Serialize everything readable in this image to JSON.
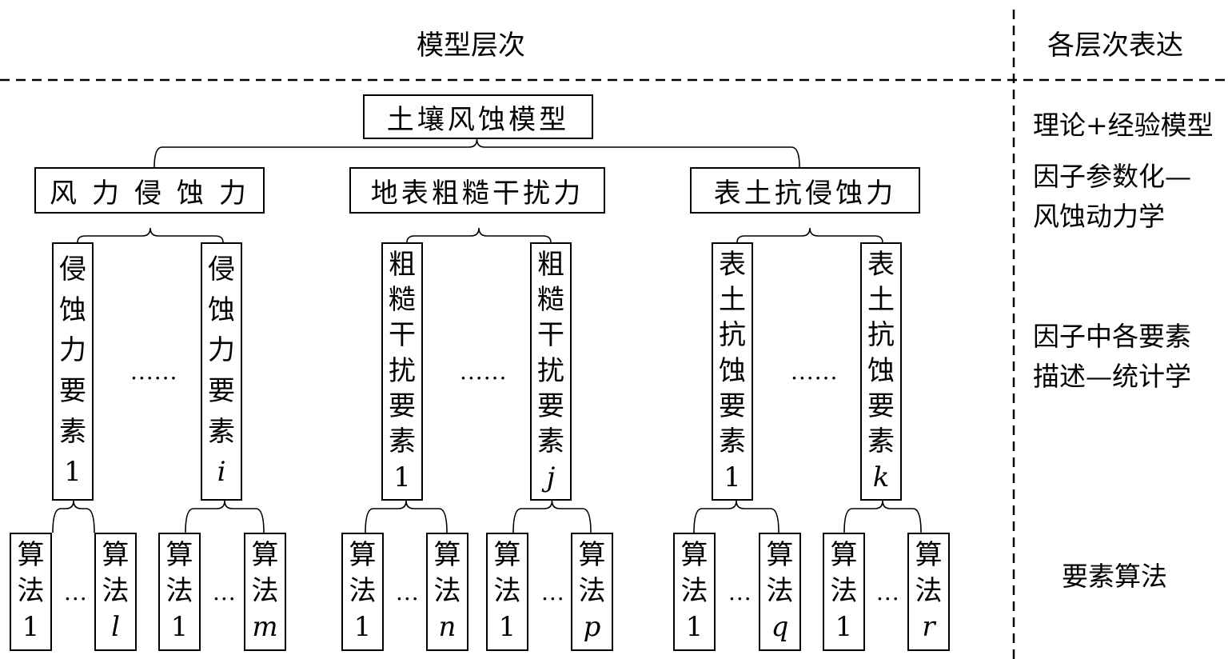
{
  "header": {
    "left_title": "模型层次",
    "right_title": "各层次表达"
  },
  "root": {
    "label": "土壤风蚀模型"
  },
  "factors": [
    {
      "label": "风 力 侵 蚀 力"
    },
    {
      "label": "地表粗糙干扰力"
    },
    {
      "label": "表土抗侵蚀力"
    }
  ],
  "elements": [
    {
      "chars": [
        "侵",
        "蚀",
        "力",
        "要",
        "素"
      ],
      "index": "1"
    },
    {
      "chars": [
        "侵",
        "蚀",
        "力",
        "要",
        "素"
      ],
      "index": "i"
    },
    {
      "chars": [
        "粗",
        "糙",
        "干",
        "扰",
        "要",
        "素"
      ],
      "index": "1"
    },
    {
      "chars": [
        "粗",
        "糙",
        "干",
        "扰",
        "要",
        "素"
      ],
      "index": "j"
    },
    {
      "chars": [
        "表",
        "土",
        "抗",
        "蚀",
        "要",
        "素"
      ],
      "index": "1"
    },
    {
      "chars": [
        "表",
        "土",
        "抗",
        "蚀",
        "要",
        "素"
      ],
      "index": "k"
    }
  ],
  "element_ellipsis": "......",
  "algorithms": [
    {
      "line1": "算",
      "line2": "法",
      "index": "1"
    },
    {
      "line1": "算",
      "line2": "法",
      "index": "l"
    },
    {
      "line1": "算",
      "line2": "法",
      "index": "1"
    },
    {
      "line1": "算",
      "line2": "法",
      "index": "m"
    },
    {
      "line1": "算",
      "line2": "法",
      "index": "1"
    },
    {
      "line1": "算",
      "line2": "法",
      "index": "n"
    },
    {
      "line1": "算",
      "line2": "法",
      "index": "1"
    },
    {
      "line1": "算",
      "line2": "法",
      "index": "p"
    },
    {
      "line1": "算",
      "line2": "法",
      "index": "1"
    },
    {
      "line1": "算",
      "line2": "法",
      "index": "q"
    },
    {
      "line1": "算",
      "line2": "法",
      "index": "1"
    },
    {
      "line1": "算",
      "line2": "法",
      "index": "r"
    }
  ],
  "algorithm_ellipsis": "...",
  "levels": [
    {
      "lines": [
        "理论+经验模型"
      ]
    },
    {
      "lines": [
        "因子参数化—",
        "风蚀动力学"
      ]
    },
    {
      "lines": [
        "因子中各要素",
        "描述—统计学"
      ]
    },
    {
      "lines": [
        "要素算法"
      ]
    }
  ]
}
